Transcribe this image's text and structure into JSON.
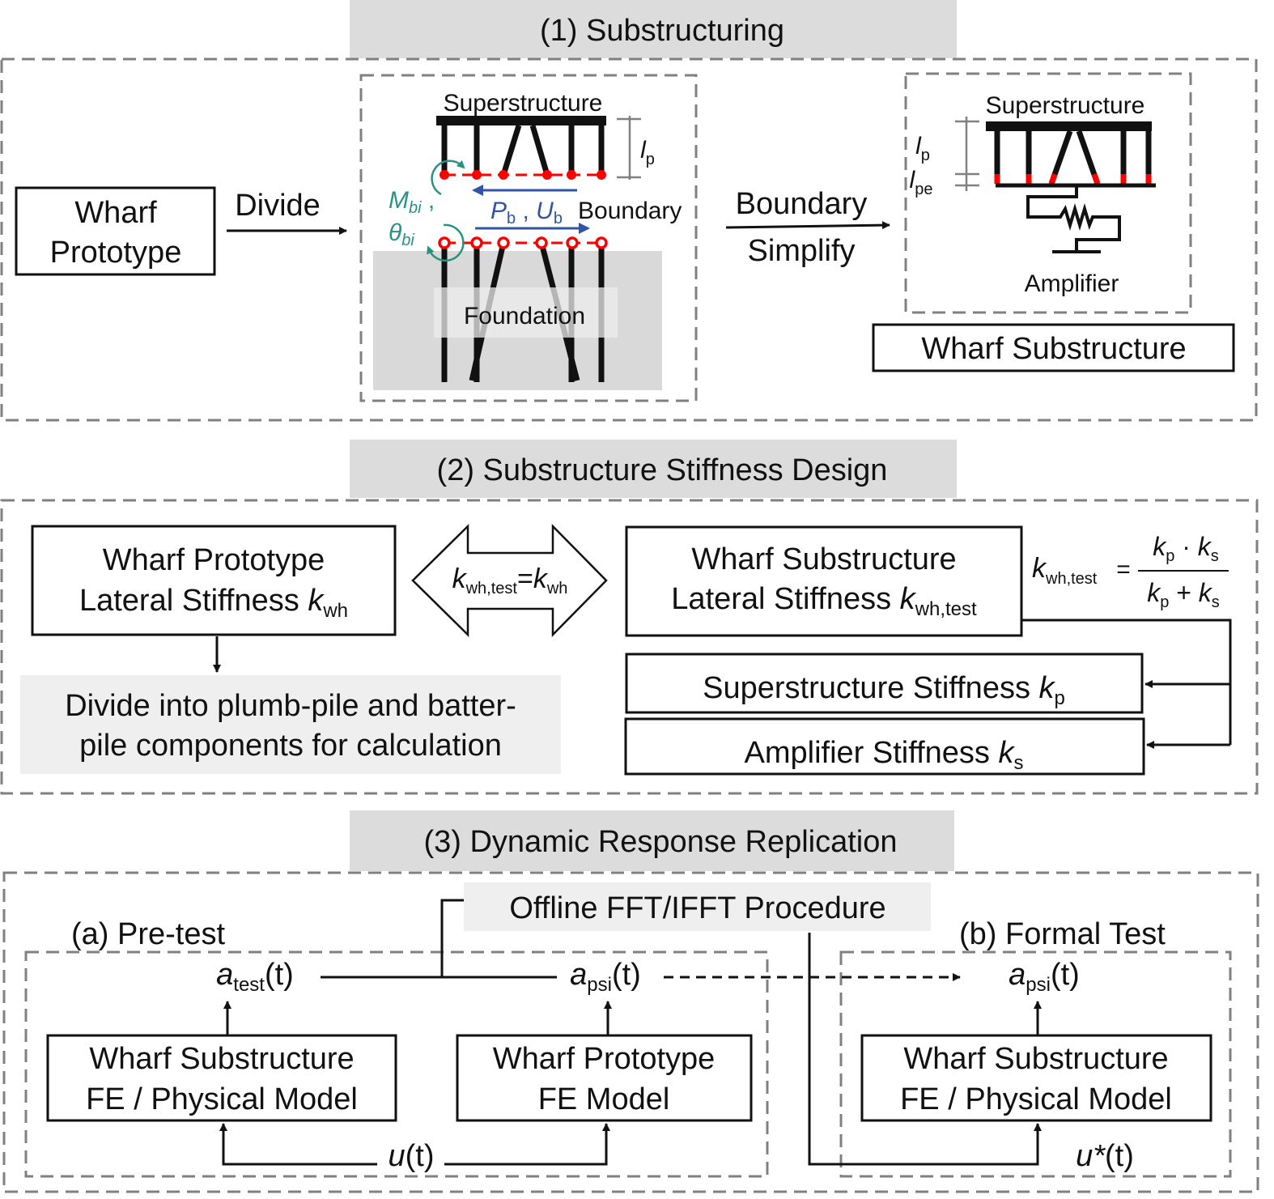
{
  "colors": {
    "boundary_red": "#ff0000",
    "force_blue": "#2f55a4",
    "moment_teal": "#2a9283",
    "header_gray": "#dcdcdc",
    "dash_gray": "#808080"
  },
  "section1": {
    "title": "(1)  Substructuring",
    "prototype": [
      "Wharf",
      "Prototype"
    ],
    "divide": "Divide",
    "superstructure": "Superstructure",
    "lp": {
      "base": "l",
      "sub": "p"
    },
    "moment": {
      "base": "M",
      "sub": "bi",
      "sep": " ,"
    },
    "theta": {
      "base": "θ",
      "sub": "bi"
    },
    "force": {
      "p": "P",
      "p_sub": "b",
      "sep": " , ",
      "u": "U",
      "u_sub": "b"
    },
    "boundary": "Boundary",
    "foundation": "Foundation",
    "simplify": [
      "Boundary",
      "Simplify"
    ],
    "right_superstructure": "Superstructure",
    "lpe": {
      "base": "l",
      "sub": "pe"
    },
    "amplifier": "Amplifier",
    "substructure_label": "Wharf Substructure"
  },
  "section2": {
    "title": "(2)  Substructure Stiffness Design",
    "prototype_box": {
      "line1": "Wharf Prototype",
      "line2": "Lateral Stiffness ",
      "k": "k",
      "sub": "wh"
    },
    "divide_box": [
      "Divide into plumb-pile and batter-",
      "pile components for calculation"
    ],
    "equality": {
      "k1": "k",
      "s1": "wh,test",
      "eq": "=",
      "k2": "k",
      "s2": "wh"
    },
    "substructure_box": {
      "line1": "Wharf Substructure",
      "line2": "Lateral Stiffness ",
      "k": "k",
      "sub": "wh,test"
    },
    "formula": {
      "lhs": "k",
      "lhs_sub": "wh,test",
      "eq": "=",
      "num": [
        "k",
        "p",
        " · ",
        "k",
        "s"
      ],
      "den": [
        "k",
        "p",
        " + ",
        "k",
        "s"
      ]
    },
    "super_box": {
      "label": "Superstructure Stiffness ",
      "k": "k",
      "sub": "p"
    },
    "amp_box": {
      "label": "Amplifier Stiffness ",
      "k": "k",
      "sub": "s"
    }
  },
  "section3": {
    "title": "(3)  Dynamic Response Replication",
    "offline": "Offline FFT/IFFT Procedure",
    "pretest": "(a) Pre-test",
    "formal": "(b) Formal Test",
    "a_test": {
      "a": "a",
      "sub": "test",
      "t": "(t)"
    },
    "a_psi": {
      "a": "a",
      "sub": "psi",
      "t": "(t)"
    },
    "box1": [
      "Wharf Substructure",
      "FE / Physical Model"
    ],
    "box2": [
      "Wharf Prototype",
      "FE Model"
    ],
    "box3": [
      "Wharf Substructure",
      "FE / Physical Model"
    ],
    "u": {
      "u": "u",
      "t": "(t)"
    },
    "ustar": {
      "u": "u*",
      "t": "(t)"
    }
  }
}
